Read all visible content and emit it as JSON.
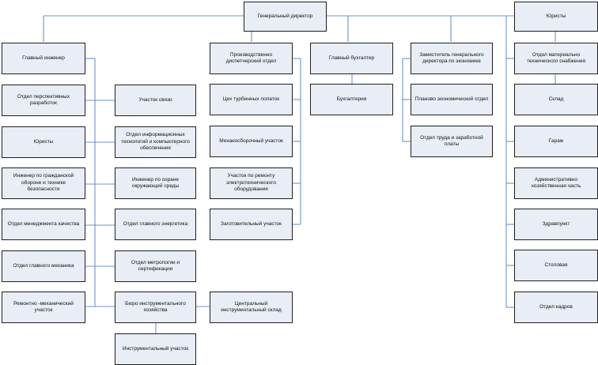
{
  "title": "",
  "nodes": {
    "gen_director": "Генеральный директор",
    "lawyers_top": "Юристы",
    "chief_engineer": "Главный инженер",
    "production_dispatch": "Производственно диспетчерский отдел",
    "chief_accountant": "Главный бухгалтер",
    "deputy_economics": "Заместитель генерального директора по экономике",
    "supply_dept": "Отдел материально технического снабжения",
    "perspective_dev": "Отдел перспективных разработок",
    "comm_section": "Участок связи",
    "turbine_shop": "Цех турбинных лопаток",
    "accounting": "Бухгалтерия",
    "planning_econ": "Планово экономический отдел",
    "warehouse": "Склад",
    "lawyers": "Юристы",
    "it_dept": "Отдел информационных технологий и компьютерного обеспечения",
    "mech_assembly": "Механосборочный участок",
    "labor_wages": "Отдел труда и заработной платы",
    "garage": "Гараж",
    "civil_defense": "Инженер по гражданской обороне и технике безопасности",
    "env_engineer": "Инженер по охране окружающей среды",
    "electro_repair": "Участок по ремонту электротехнического оборудования",
    "admin_household": "Административно хозяйственная часть",
    "quality_mgmt": "Отдел менеджмента качества",
    "chief_power": "Отдел главного энергетика",
    "blank_section": "Заготовительный участок",
    "health_post": "Здравпункт",
    "chief_mechanic": "Отдел главного механика",
    "metrology": "Отдел метрологии и сертификации",
    "canteen": "Столовая",
    "repair_mech": "Ремонтно -механический участок",
    "tool_bureau": "Бюро инструментального хозяйства",
    "central_tool_store": "Центральный инструментальный склад",
    "hr_dept": "Отдел кадров",
    "tool_section": "Инструментальный участок"
  },
  "colors": {
    "box_fill": "#e8edf6",
    "box_border": "#1f1f1f",
    "connector": "#6f93c8"
  }
}
